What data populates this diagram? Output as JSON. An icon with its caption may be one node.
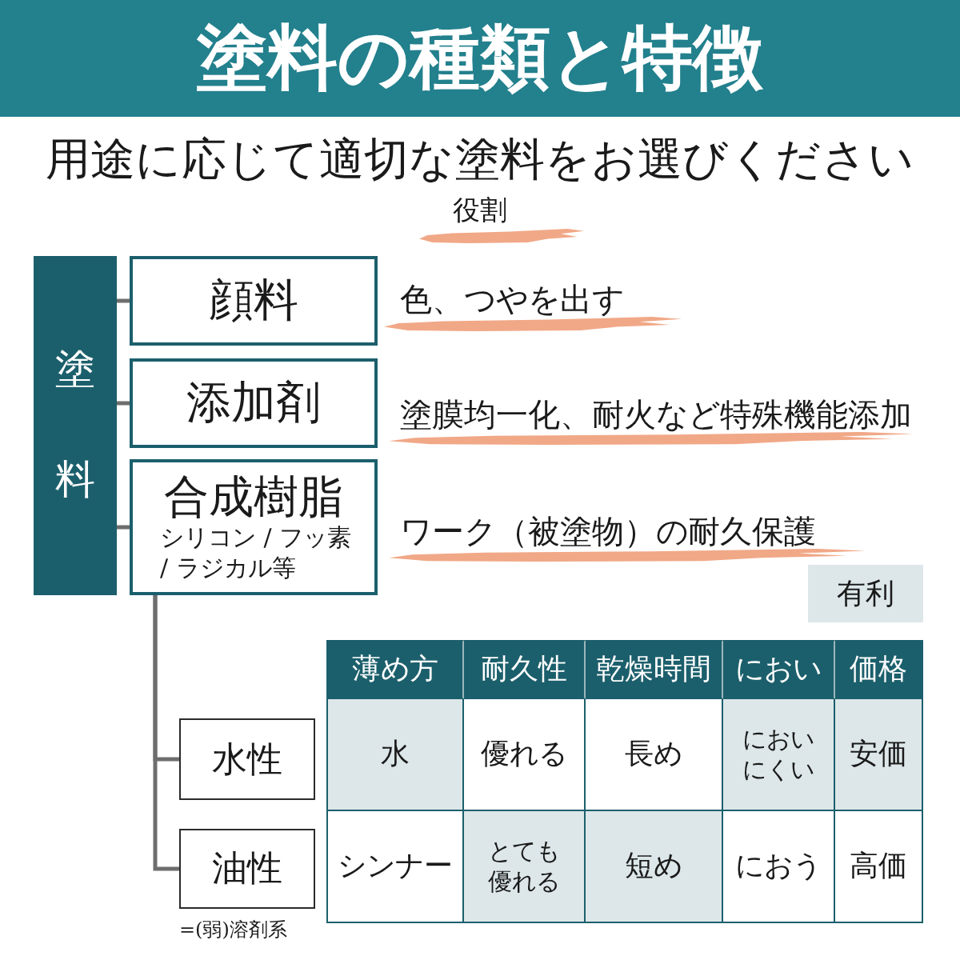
{
  "diagram": {
    "title": "塗料の種類と特徴",
    "nodes": [
      {
        "text": [
          "塗料"
        ]
      },
      {
        "text": [
          "顔料"
        ],
        "beside": [
          "色、つやを出す"
        ]
      },
      {
        "text": [
          "添加剤"
        ],
        "beside": [
          "塗膜均一化、耐火など特殊機能添加"
        ]
      },
      {
        "text": [
          "合成樹脂",
          "シリコン / フッ素 / ラジカル等"
        ],
        "beside": [
          "ワーク（被塗物）の耐久保護"
        ]
      },
      {
        "text": [
          "水性"
        ]
      },
      {
        "text": [
          "油性"
        ],
        "beside": [
          "=(弱)溶剤系"
        ]
      }
    ],
    "edges": [
      {
        "from": 0,
        "to": 1,
        "arrow": "none"
      },
      {
        "from": 0,
        "to": 2,
        "arrow": "none"
      },
      {
        "from": 0,
        "to": 3,
        "arrow": "none"
      },
      {
        "from": 3,
        "to": 4,
        "arrow": "none"
      },
      {
        "from": 3,
        "to": 5,
        "arrow": "none"
      }
    ],
    "labels": [
      "用途に応じて適切な塗料をお選びください",
      "役割",
      "薄め方",
      "耐久性",
      "乾燥時間",
      "におい",
      "価格",
      "水",
      "優れる",
      "長め",
      "においにくい",
      "安価",
      "シンナー",
      "とても優れる",
      "短め",
      "におう",
      "高価"
    ],
    "legend": [
      {
        "text": "有利",
        "color": "#dde7ea"
      }
    ]
  }
}
